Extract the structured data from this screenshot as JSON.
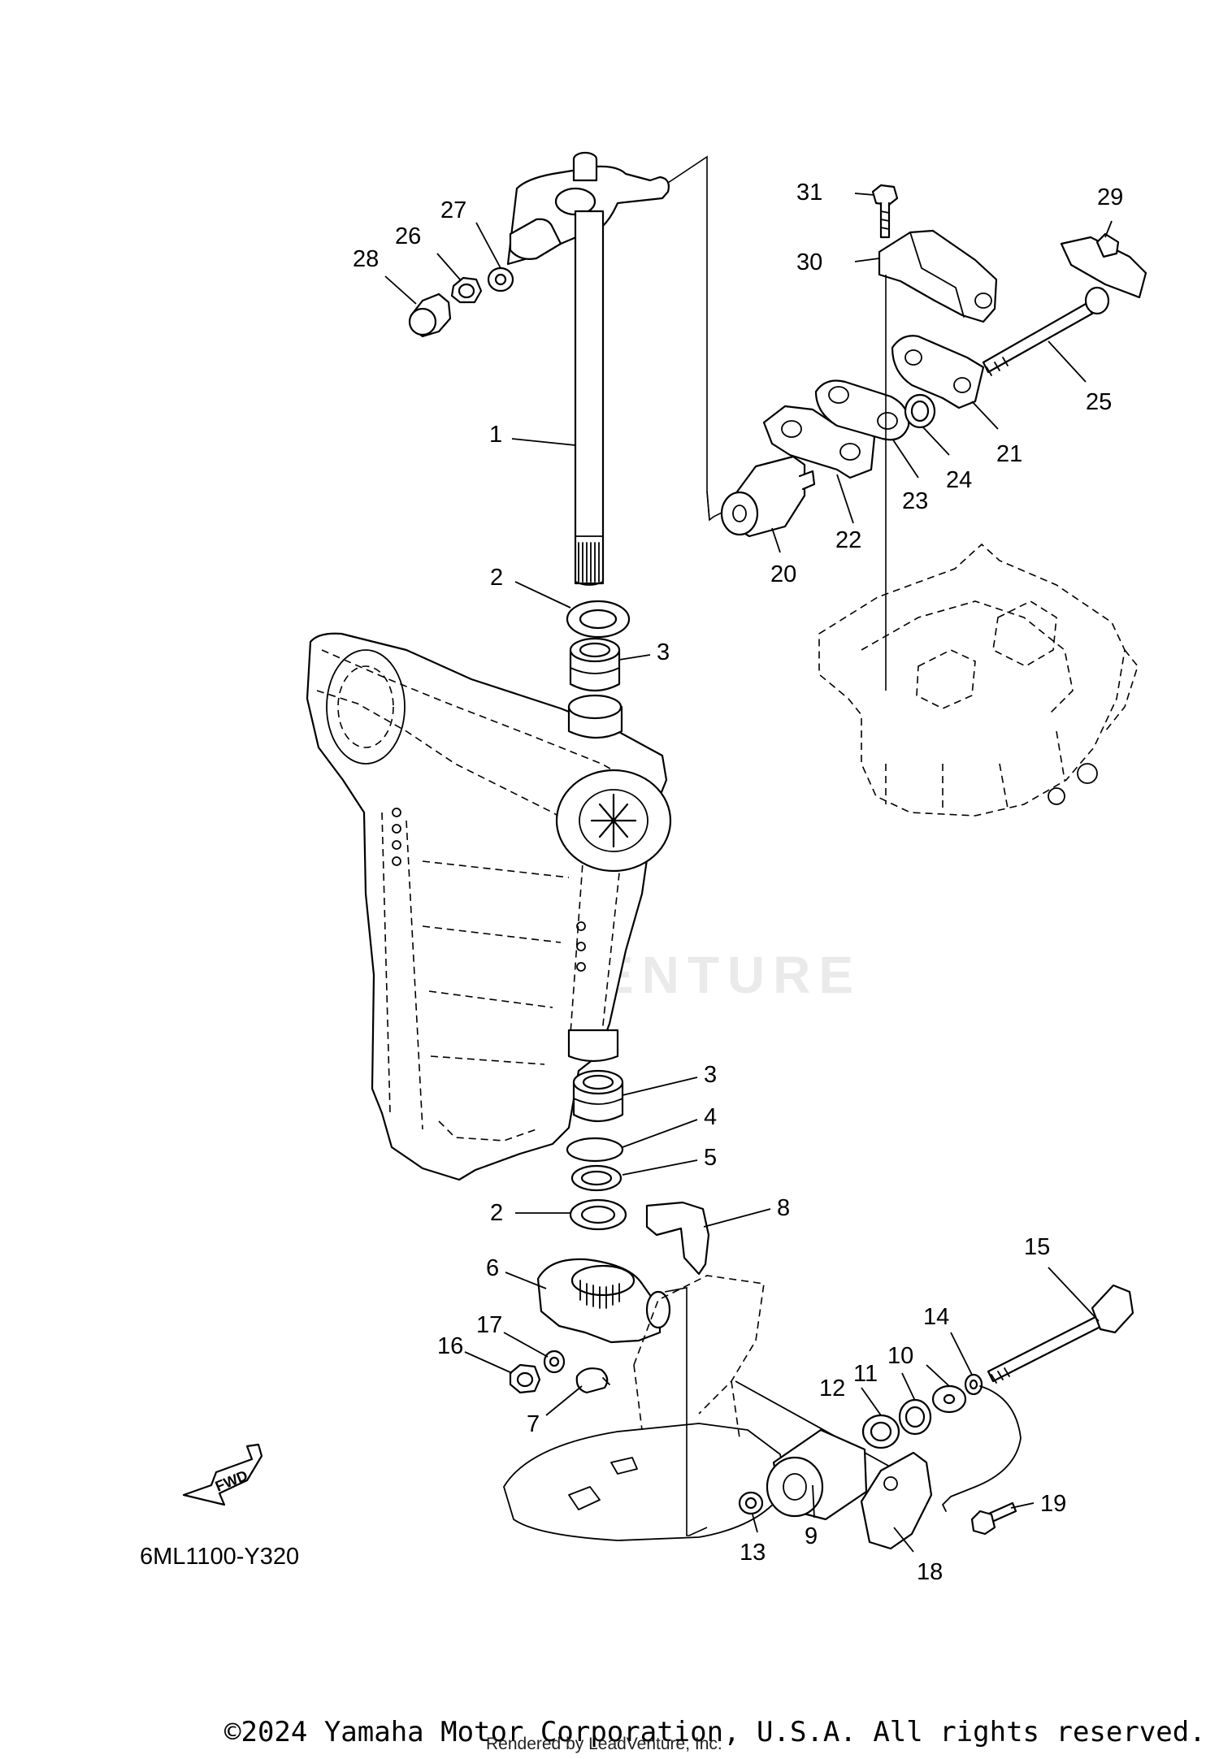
{
  "diagram": {
    "code": "6ML1100-Y320",
    "direction_badge": "FWD",
    "watermark": "LEADVENTURE",
    "callouts": [
      "1",
      "2",
      "3",
      "3",
      "4",
      "5",
      "2",
      "6",
      "7",
      "8",
      "9",
      "10",
      "11",
      "12",
      "13",
      "14",
      "15",
      "16",
      "17",
      "18",
      "19",
      "20",
      "21",
      "22",
      "23",
      "24",
      "25",
      "26",
      "27",
      "28",
      "29",
      "30",
      "31"
    ]
  },
  "footer": {
    "copyright": "©2024 Yamaha Motor Corporation, U.S.A. All rights reserved.",
    "rendered_by": "Rendered by LeadVenture, Inc."
  }
}
